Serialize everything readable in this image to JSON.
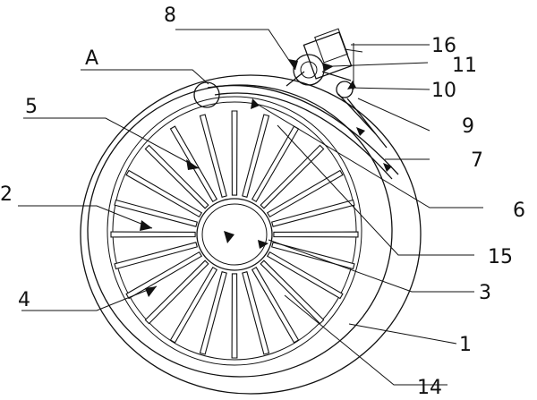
{
  "labels": {
    "l8": "8",
    "lA": "A",
    "l16": "16",
    "l11": "11",
    "l10": "10",
    "l5": "5",
    "l9": "9",
    "l7": "7",
    "l2": "2",
    "l6": "6",
    "l15": "15",
    "l3": "3",
    "l4": "4",
    "l1": "1",
    "l14": "14"
  },
  "colors": {
    "stroke": "#111111",
    "background": "#ffffff"
  },
  "parts": {
    "outer_wheel": "1",
    "blade": "2",
    "hub": "3",
    "inner_rim": "4",
    "blade_guide": "5",
    "rail": "6",
    "arc_track": "7",
    "mount": "8",
    "pin": "9",
    "roller": "10",
    "bracket": "11",
    "housing": "14",
    "shaft": "15",
    "top_plate": "16"
  }
}
